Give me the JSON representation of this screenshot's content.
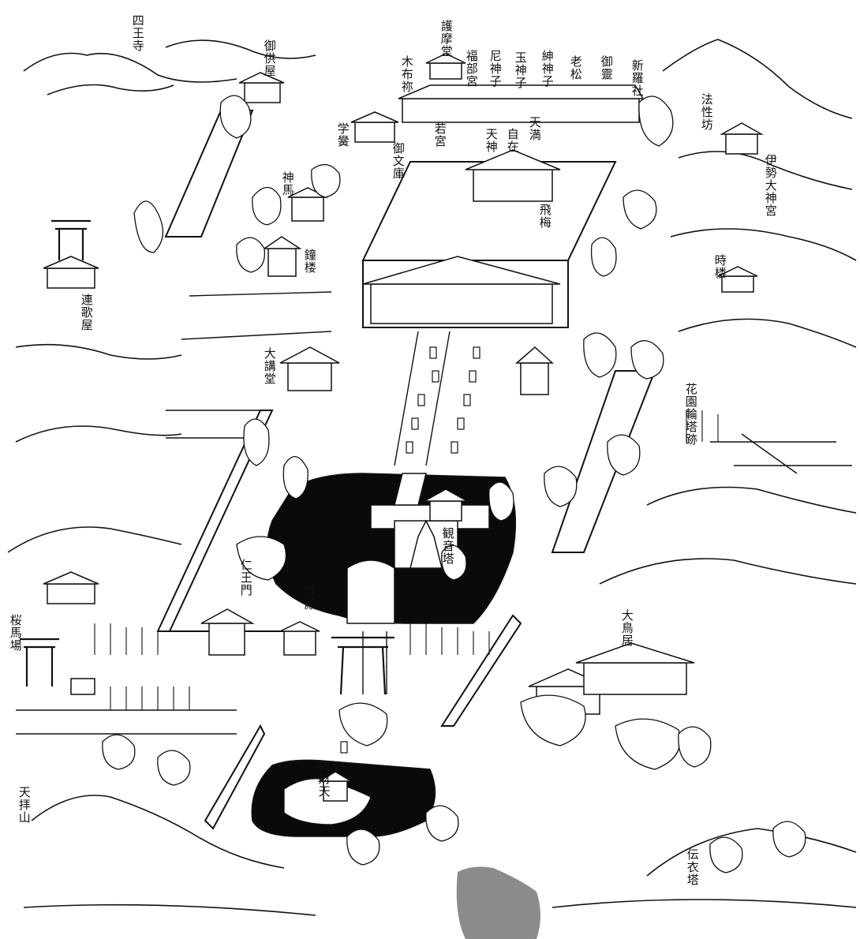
{
  "colors": {
    "ink": "#111111",
    "paper": "#ffffff",
    "water": "#0a0a0a",
    "stain": "#777777"
  },
  "labels": {
    "shiouji": "四王寺",
    "gokuya": "御供屋",
    "gomado": "護摩堂",
    "kifune": "木布祢",
    "fukube": "福部宮",
    "amagami": "尼神子",
    "tamagami": "玉神子",
    "norimiko": "紳神子",
    "oimatsu": "老松",
    "goryo": "御靈",
    "shinra": "新羅社",
    "hoshobo": "法性坊",
    "gakubo": "学黌",
    "wakamiya": "若宮",
    "tenjin": "天神",
    "jizai": "自在",
    "tenman": "天満",
    "gobunko": "御文庫",
    "iseiotaijingu": "伊勢大神宮",
    "jinme": "神馬",
    "tobiume": "飛梅",
    "shoro": "鐘楼",
    "jiro": "時楼",
    "rengaya": "連歌屋",
    "daikodo": "大講堂",
    "hanazono": "花園輪塔跡",
    "kannonto": "観音塔",
    "niomon": "仁王門",
    "ukido": "浮殿",
    "sakurababa": "桜馬場",
    "otorii": "大鳥居",
    "benzaiten": "弁財天",
    "tenpaizan": "天拝山",
    "denikoto": "伝衣塔"
  }
}
